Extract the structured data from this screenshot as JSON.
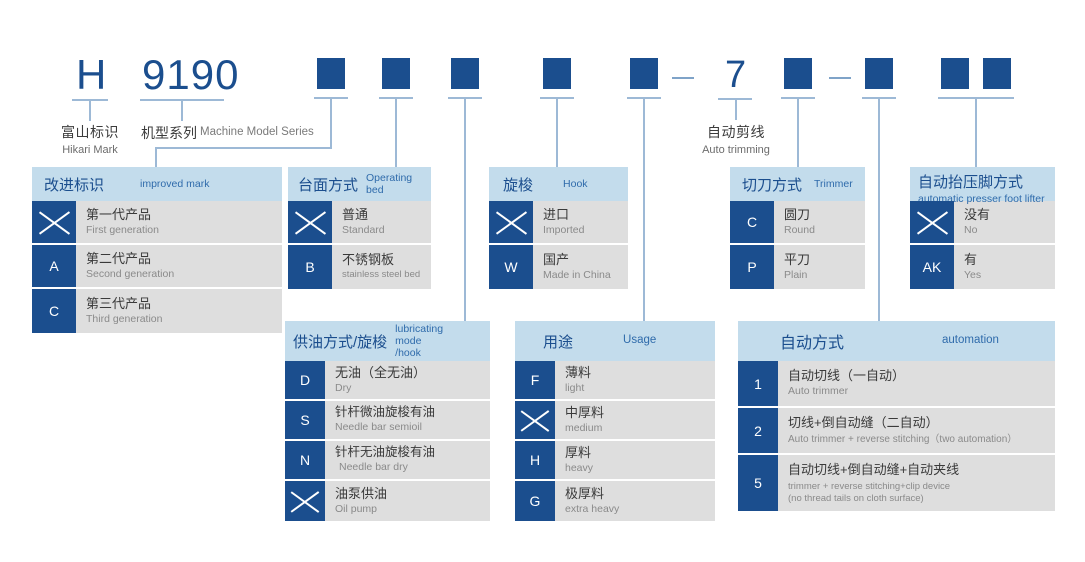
{
  "model_code": {
    "brand_letter": "H",
    "series_number": "9190",
    "trimming_number": "7",
    "dash1": "—",
    "dash2": "—"
  },
  "callouts": {
    "hikari_mark": {
      "cn": "富山标识",
      "en": "Hikari Mark"
    },
    "machine_model_series": {
      "cn": "机型系列",
      "en": "Machine Model Series"
    },
    "auto_trimming": {
      "cn": "自动剪线",
      "en": "Auto trimming"
    }
  },
  "tables": [
    {
      "id": "improved-mark",
      "head_cn": "改进标识",
      "head_en": "improved mark",
      "rows": [
        {
          "code": "",
          "x": true,
          "cn": "第一代产品",
          "en": "First generation"
        },
        {
          "code": "A",
          "x": false,
          "cn": "第二代产品",
          "en": "Second generation"
        },
        {
          "code": "C",
          "x": false,
          "cn": "第三代产品",
          "en": "Third generation"
        }
      ]
    },
    {
      "id": "operating-bed",
      "head_cn": "台面方式",
      "head_en": "Operating bed",
      "rows": [
        {
          "code": "",
          "x": true,
          "cn": "普通",
          "en": "Standard"
        },
        {
          "code": "B",
          "x": false,
          "cn": "不锈钢板",
          "en": "stainless steel bed"
        }
      ]
    },
    {
      "id": "hook",
      "head_cn": "旋梭",
      "head_en": "Hook",
      "rows": [
        {
          "code": "",
          "x": true,
          "cn": "进口",
          "en": "Imported"
        },
        {
          "code": "W",
          "x": false,
          "cn": "国产",
          "en": "Made in China"
        }
      ]
    },
    {
      "id": "trimmer",
      "head_cn": "切刀方式",
      "head_en": "Trimmer",
      "rows": [
        {
          "code": "C",
          "x": false,
          "cn": "圆刀",
          "en": "Round"
        },
        {
          "code": "P",
          "x": false,
          "cn": "平刀",
          "en": "Plain"
        }
      ]
    },
    {
      "id": "presser-foot-lifter",
      "head_cn": "自动抬压脚方式",
      "head_en": "automatic presser foot lifter",
      "rows": [
        {
          "code": "",
          "x": true,
          "cn": "没有",
          "en": "No"
        },
        {
          "code": "AK",
          "x": false,
          "cn": "有",
          "en": "Yes"
        }
      ]
    },
    {
      "id": "lubricating-mode-hook",
      "head_cn": "供油方式/旋梭",
      "head_en": "lubricating mode /hook",
      "rows": [
        {
          "code": "D",
          "x": false,
          "cn": "无油（全无油）",
          "en": "Dry"
        },
        {
          "code": "S",
          "x": false,
          "cn": "针杆微油旋梭有油",
          "en": "Needle bar semioil"
        },
        {
          "code": "N",
          "x": false,
          "cn": "针杆无油旋梭有油",
          "en": "Needle bar dry"
        },
        {
          "code": "",
          "x": true,
          "cn": "油泵供油",
          "en": "Oil pump"
        }
      ]
    },
    {
      "id": "usage",
      "head_cn": "用途",
      "head_en": "Usage",
      "rows": [
        {
          "code": "F",
          "x": false,
          "cn": "薄料",
          "en": "light"
        },
        {
          "code": "",
          "x": true,
          "cn": "中厚料",
          "en": "medium"
        },
        {
          "code": "H",
          "x": false,
          "cn": "厚料",
          "en": "heavy"
        },
        {
          "code": "G",
          "x": false,
          "cn": "极厚料",
          "en": "extra heavy"
        }
      ]
    },
    {
      "id": "automation",
      "head_cn": "自动方式",
      "head_en": "automation",
      "rows": [
        {
          "code": "1",
          "x": false,
          "cn": "自动切线（一自动）",
          "en": "Auto trimmer"
        },
        {
          "code": "2",
          "x": false,
          "cn": "切线+倒自动缝（二自动）",
          "en": "Auto trimmer + reverse stitching（two automation）"
        },
        {
          "code": "5",
          "x": false,
          "cn": "自动切线+倒自动缝+自动夹线",
          "en": "trimmer + reverse stitching+clip device",
          "en2": "(no thread tails on cloth surface)"
        }
      ]
    }
  ],
  "colors": {
    "deep_blue": "#1b4e8e",
    "head_blue": "#c3dcec",
    "row_gray": "#dedede",
    "line_blue": "#9db9d6"
  }
}
